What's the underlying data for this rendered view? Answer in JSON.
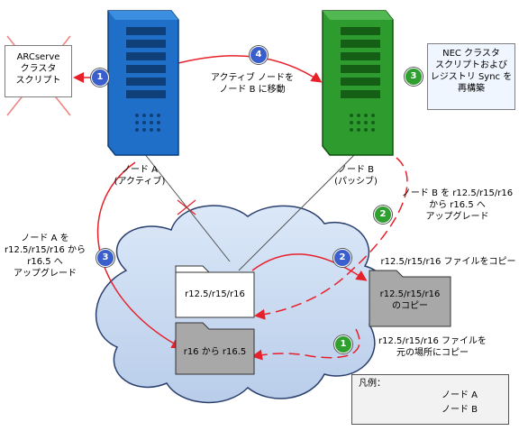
{
  "arcserve_box": "ARCserve\nクラスタ\nスクリプト",
  "nec_box": "NEC クラスタ\nスクリプトおよび\nレジストリ Sync を\n再構築",
  "move_label": "アクティブ ノードを\nノード B に移動",
  "node_a_label": "ノード A\n(アクティブ)",
  "node_b_label": "ノード B\n(パッシブ)",
  "upgrade_a_label": "ノード A を\nr12.5/r15/r16 から\nr16.5 へ\nアップグレード",
  "upgrade_b_label": "ノード B を r12.5/r15/r16\nから r16.5 へ\nアップグレード",
  "folder_main": "r12.5/r15/r16",
  "folder_new": "r16 から r16.5",
  "folder_copy": "r12.5/r15/r16\nのコピー",
  "copy_label": "r12.5/r15/r16 ファイルをコピー",
  "restore_label": "r12.5/r15/r16 ファイルを\n元の場所にコピー",
  "legend": {
    "title": "凡例：",
    "node_a": "ノード A",
    "node_b": "ノード B"
  },
  "badges": {
    "blue_1": "1",
    "blue_2": "2",
    "blue_3": "3",
    "blue_4": "4",
    "green_1": "1",
    "green_2": "2",
    "green_3": "3"
  },
  "colors": {
    "node_a_path": "#e8202a",
    "server_a": "#1f6fc8",
    "server_b": "#2e9b2e",
    "badge_blue": "#3a5fcd",
    "badge_green": "#2fa02f"
  }
}
